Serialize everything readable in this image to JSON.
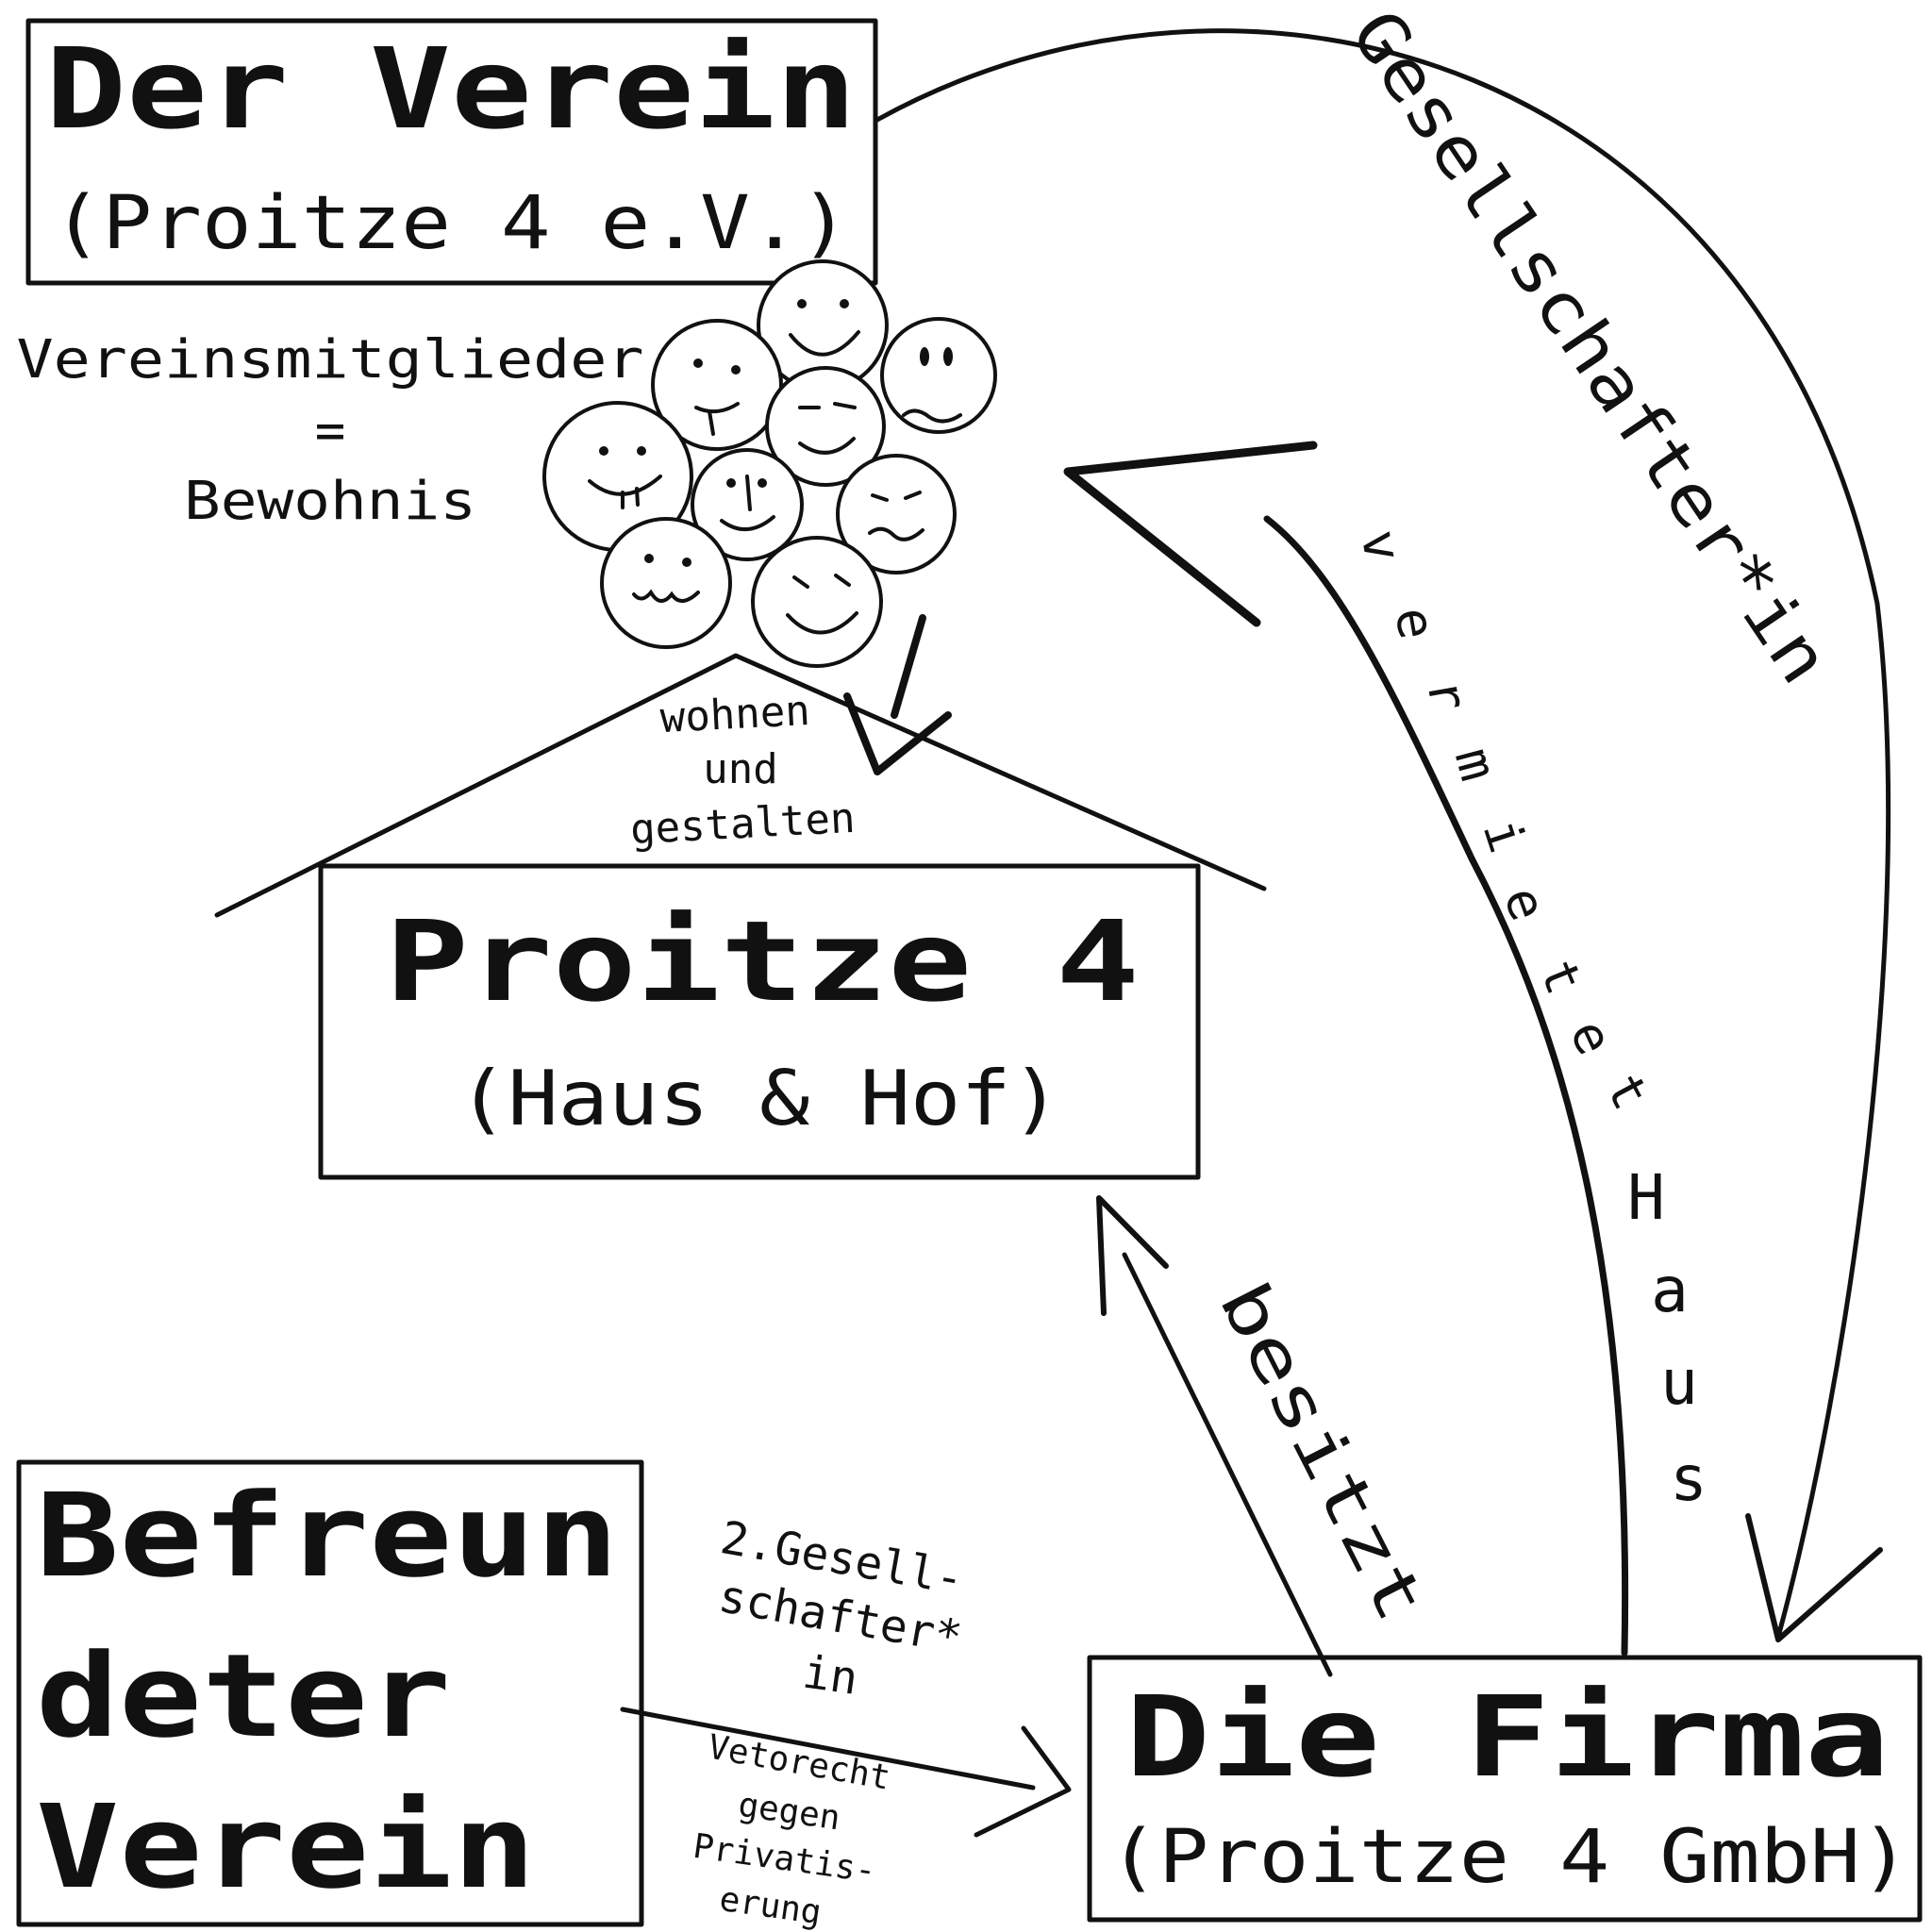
{
  "verein": {
    "title": "Der Verein",
    "subtitle": "(Proitze 4 e.V.)"
  },
  "members": {
    "line1": "Vereinsmitglieder",
    "line2": "=",
    "line3": "Bewohnis"
  },
  "house": {
    "title": "Proitze 4",
    "subtitle": "(Haus & Hof)",
    "roof_text": [
      "wohnen",
      "und",
      "gestalten"
    ]
  },
  "firma": {
    "title": "Die Firma",
    "subtitle": "(Proitze 4 GmbH)"
  },
  "befreundeter": {
    "lines": [
      "Befreun",
      "deter",
      "Verein"
    ]
  },
  "labels": {
    "gesellschafterin": "Gesellschafter*in",
    "vermietet": [
      "v",
      "e",
      "r",
      "m",
      "i",
      "e",
      "t",
      "e",
      "t"
    ],
    "haus": [
      "H",
      "a",
      "u",
      "s"
    ],
    "besitzt": "besitzt",
    "second_partner": [
      "2.Gesell-",
      "schafter*",
      "in"
    ],
    "veto": [
      "Vetorecht",
      "gegen",
      "Privatis-",
      "erung"
    ]
  },
  "colors": {
    "ink": "#111111",
    "paper": "#ffffff"
  }
}
